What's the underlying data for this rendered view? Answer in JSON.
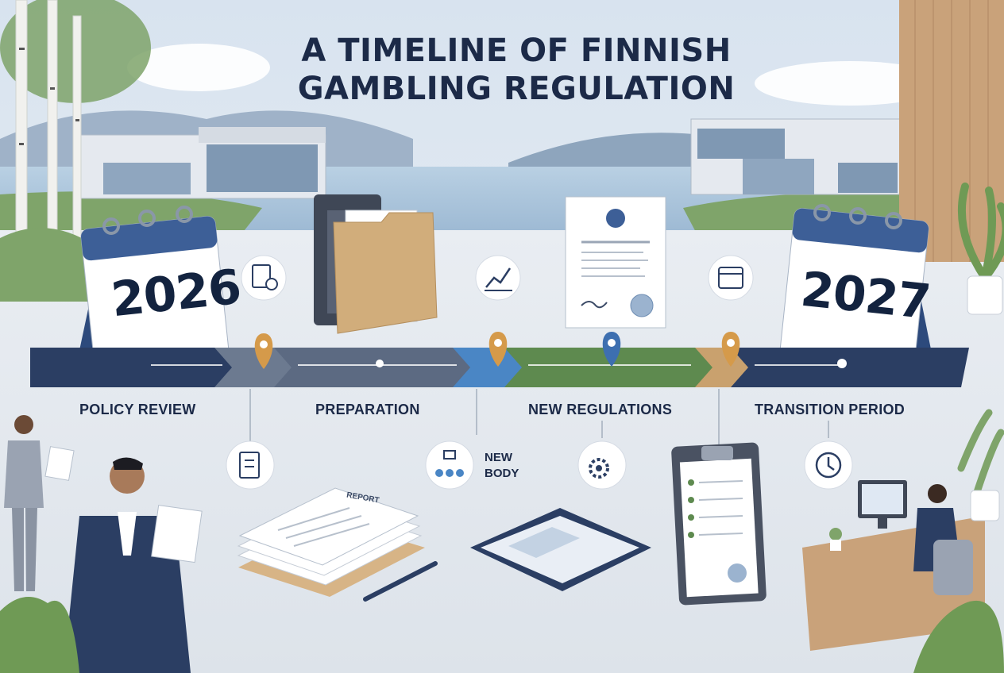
{
  "title": {
    "line1": "A TIMELINE OF FINNISH",
    "line2": "GAMBLING REGULATION"
  },
  "calendars": {
    "start_year": "2026",
    "end_year": "2027"
  },
  "phases": [
    {
      "label": "POLICY REVIEW",
      "color": "#2f4f7f"
    },
    {
      "label": "PREPARATION",
      "color": "#6c7a90"
    },
    {
      "label": "NEW REGULATIONS",
      "color": "#5e8a4f"
    },
    {
      "label": "TRANSITION PERIOD",
      "color": "#c9a16e"
    }
  ],
  "milestone": {
    "label_line1": "NEW",
    "label_line2": "BODY",
    "accent": "#4a86c5"
  },
  "report": {
    "label": "REPORT"
  },
  "colors": {
    "navy": "#1c2a48",
    "sky": "#dfe8f1",
    "water": "#a9c3da",
    "grass": "#7fa46a",
    "pin": "#d59a4a"
  },
  "icons": [
    "clipboard-clock-icon",
    "folder-binder-icon",
    "growth-chart-icon",
    "decree-document-icon",
    "calendar-icon",
    "checklist-icon",
    "org-chart-icon",
    "gear-icon",
    "clock-icon",
    "location-pin-icon"
  ]
}
